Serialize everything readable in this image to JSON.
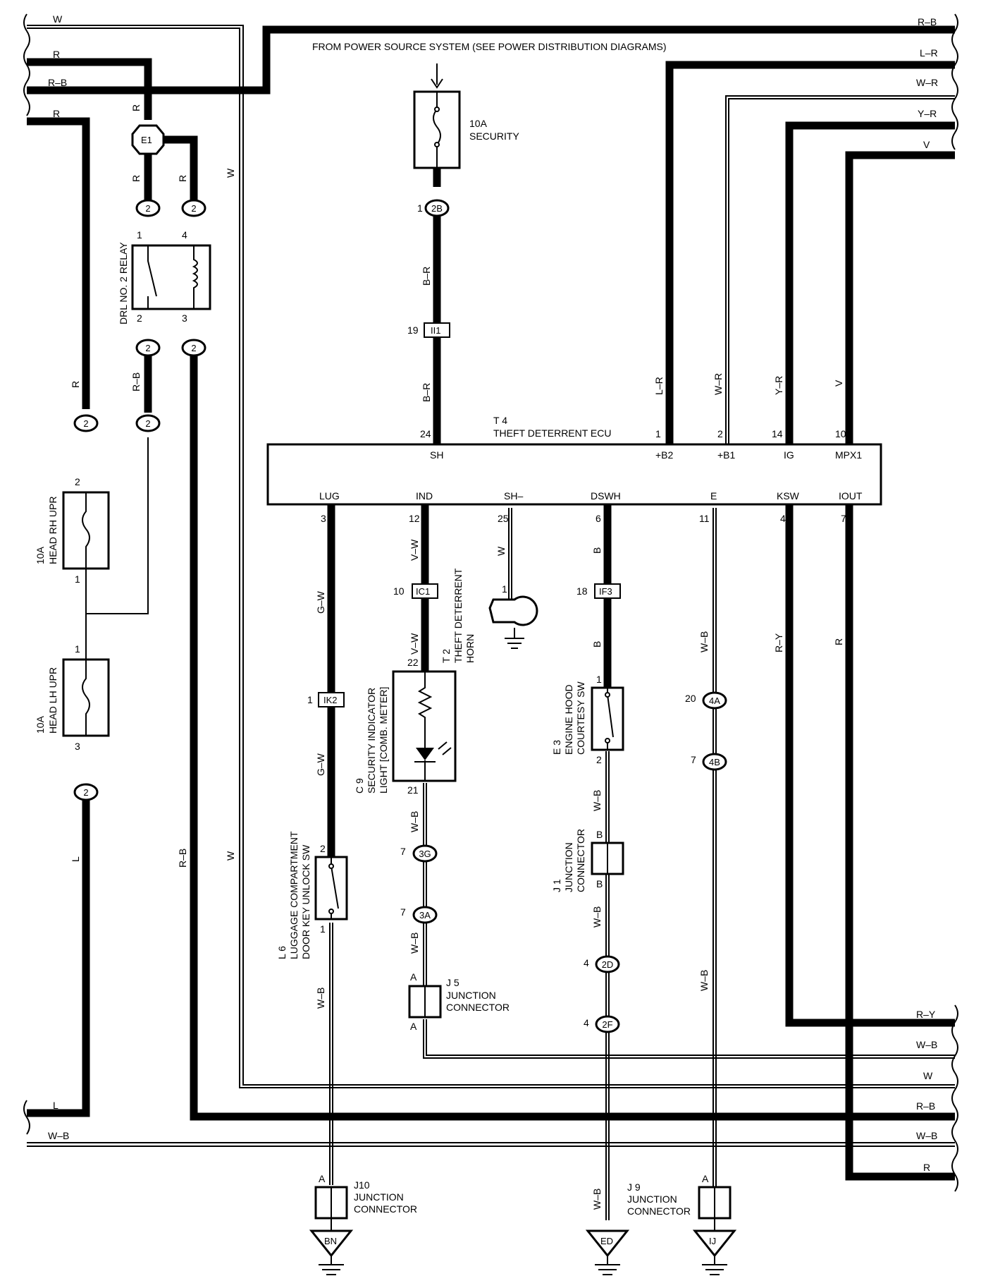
{
  "header": {
    "power_source": "FROM POWER SOURCE SYSTEM (SEE POWER DISTRIBUTION DIAGRAMS)"
  },
  "wire_colors": {
    "w": "W",
    "r": "R",
    "rb": "R–B",
    "lr": "L–R",
    "wr": "W–R",
    "yr": "Y–R",
    "v": "V",
    "br": "B–R",
    "l": "L",
    "wb": "W–B",
    "gw": "G–W",
    "vw": "V–W",
    "b": "B",
    "ry": "R–Y"
  },
  "fuses": {
    "security": {
      "amp": "10A",
      "name": "SECURITY"
    },
    "head_rh": {
      "amp": "10A",
      "name": "HEAD RH UPR"
    },
    "head_lh": {
      "amp": "10A",
      "name": "HEAD LH UPR"
    }
  },
  "relay": {
    "name": "DRL NO. 2 RELAY"
  },
  "ecu": {
    "code": "T 4",
    "name": "THEFT DETERRENT ECU",
    "top_terminals": [
      {
        "label": "SH",
        "pin": "24"
      },
      {
        "label": "+B2",
        "pin": "1"
      },
      {
        "label": "+B1",
        "pin": "2"
      },
      {
        "label": "IG",
        "pin": "14"
      },
      {
        "label": "MPX1",
        "pin": "10"
      }
    ],
    "bottom_terminals": [
      {
        "label": "LUG",
        "pin": "3"
      },
      {
        "label": "IND",
        "pin": "12"
      },
      {
        "label": "SH–",
        "pin": "25"
      },
      {
        "label": "DSWH",
        "pin": "6"
      },
      {
        "label": "E",
        "pin": "11"
      },
      {
        "label": "KSW",
        "pin": "4"
      },
      {
        "label": "IOUT",
        "pin": "7"
      }
    ]
  },
  "connectors": {
    "e1": "E1",
    "c2": "2",
    "c2b": "2B",
    "ii1": "II1",
    "ic1": "IC1",
    "if3": "IF3",
    "ik2": "IK2",
    "c3g": "3G",
    "c3a": "3A",
    "c2d": "2D",
    "c2f": "2F",
    "c4a": "4A",
    "c4b": "4B"
  },
  "pins": {
    "p1": "1",
    "p2": "2",
    "p3": "3",
    "p4": "4",
    "p7": "7",
    "p10": "10",
    "p18": "18",
    "p19": "19",
    "p20": "20",
    "p21": "21",
    "p22": "22",
    "pA": "A",
    "pB": "B"
  },
  "components": {
    "horn": {
      "code": "T 2",
      "line1": "THEFT DETERRENT",
      "line2": "HORN"
    },
    "indicator": {
      "code": "C 9",
      "line1": "SECURITY INDICATOR",
      "line2": "LIGHT [COMB. METER]"
    },
    "hood_sw": {
      "code": "E 3",
      "line1": "ENGINE HOOD",
      "line2": "COURTESY SW"
    },
    "luggage_sw": {
      "code": "L 6",
      "line1": "LUGGAGE COMPARTMENT",
      "line2": "DOOR KEY UNLOCK SW"
    },
    "j1": {
      "code": "J 1",
      "line1": "JUNCTION",
      "line2": "CONNECTOR"
    },
    "j5": {
      "code": "J 5",
      "line1": "JUNCTION",
      "line2": "CONNECTOR"
    },
    "j9": {
      "code": "J 9",
      "line1": "JUNCTION",
      "line2": "CONNECTOR"
    },
    "j10": {
      "code": "J10",
      "line1": "JUNCTION",
      "line2": "CONNECTOR"
    }
  },
  "grounds": {
    "bn": "BN",
    "ed": "ED",
    "ij": "IJ"
  }
}
